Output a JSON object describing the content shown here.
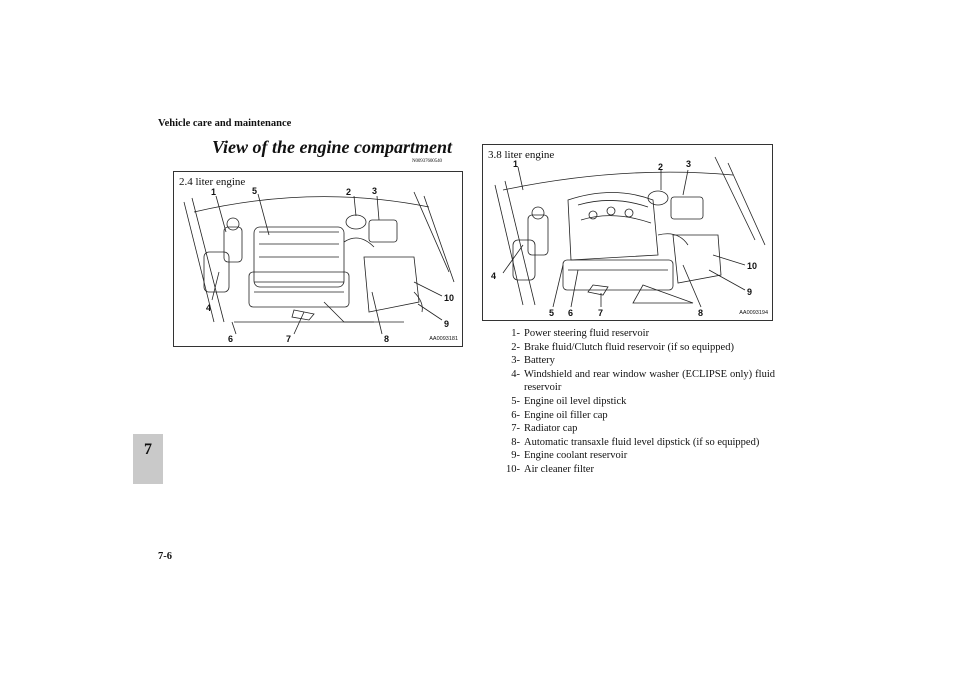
{
  "header": {
    "section_title": "Vehicle care and maintenance"
  },
  "chapter_tab": "7",
  "page_number": "7-6",
  "title": "View of the engine compartment",
  "reference_code": "N00937600540",
  "figures": [
    {
      "caption": "2.4 liter engine",
      "code": "AA0093181"
    },
    {
      "caption": "3.8 liter engine",
      "code": "AA0093194"
    }
  ],
  "legend": [
    {
      "num": "1-",
      "text": "Power steering fluid reservoir"
    },
    {
      "num": "2-",
      "text": "Brake fluid/Clutch fluid reservoir (if so equipped)"
    },
    {
      "num": "3-",
      "text": "Battery"
    },
    {
      "num": "4-",
      "text": "Windshield and rear window washer (ECLIPSE only) fluid reservoir"
    },
    {
      "num": "5-",
      "text": "Engine oil level dipstick"
    },
    {
      "num": "6-",
      "text": "Engine oil filler cap"
    },
    {
      "num": "7-",
      "text": "Radiator cap"
    },
    {
      "num": "8-",
      "text": "Automatic transaxle fluid level dipstick (if so equipped)"
    },
    {
      "num": "9-",
      "text": "Engine coolant reservoir"
    },
    {
      "num": "10-",
      "text": "Air cleaner filter"
    }
  ]
}
